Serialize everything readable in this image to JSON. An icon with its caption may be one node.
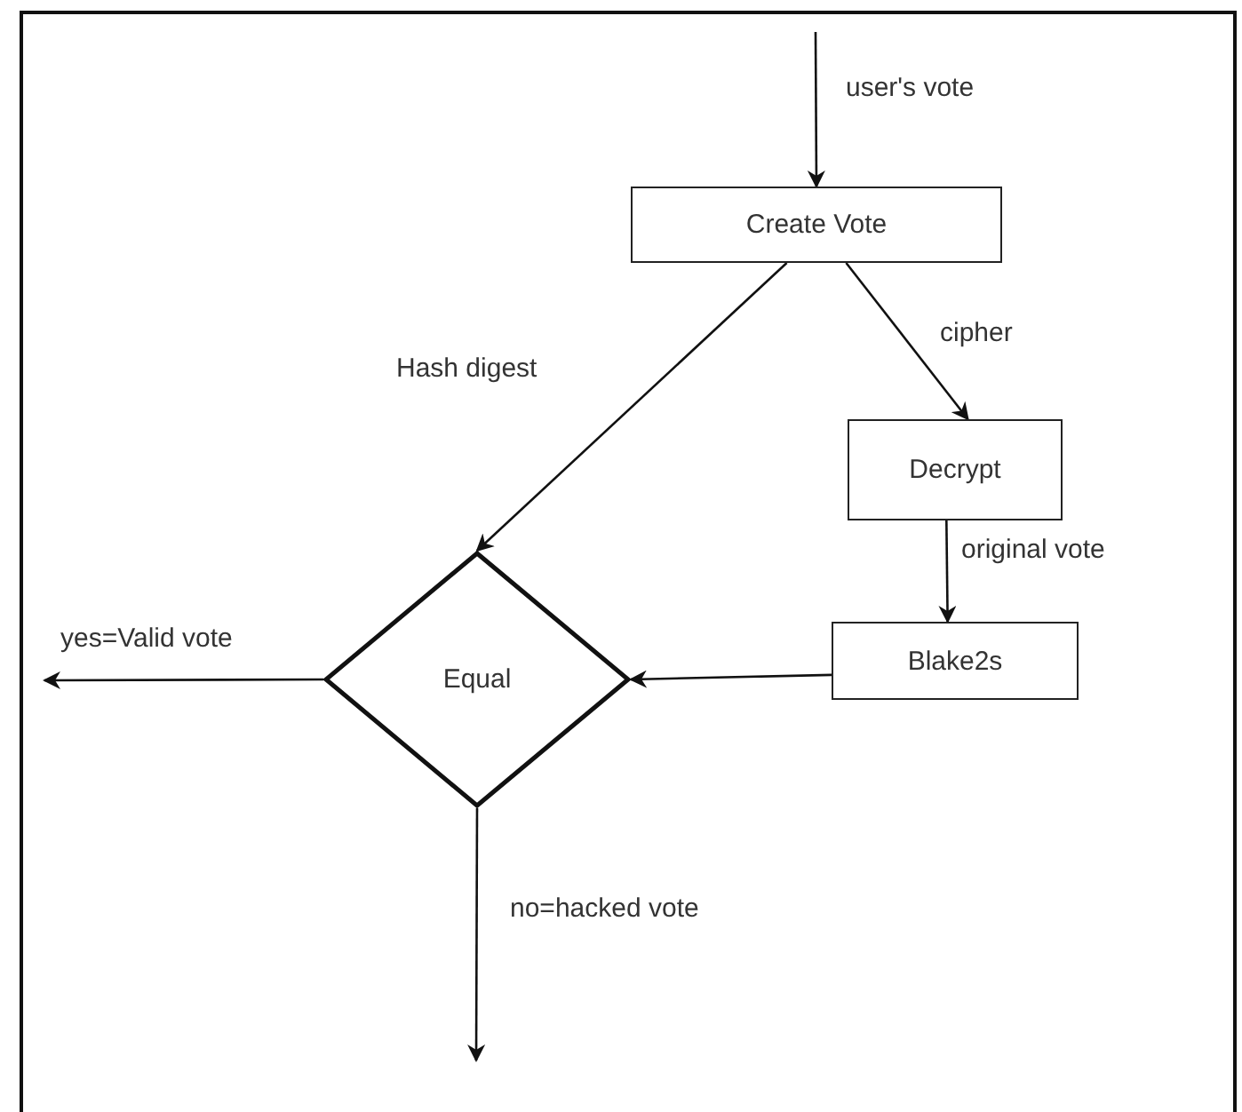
{
  "diagram": {
    "nodes": [
      {
        "text": [
          "Create Vote"
        ]
      },
      {
        "text": [
          "Decrypt"
        ]
      },
      {
        "text": [
          "Blake2s"
        ]
      },
      {
        "text": [
          "Equal"
        ]
      }
    ],
    "edges": [
      {
        "from": null,
        "to": 0,
        "arrow": "to",
        "label": "user's vote"
      },
      {
        "from": 0,
        "to": 3,
        "arrow": "to",
        "label": "Hash digest"
      },
      {
        "from": 0,
        "to": 1,
        "arrow": "to",
        "label": "cipher"
      },
      {
        "from": 1,
        "to": 2,
        "arrow": "to",
        "label": "original vote"
      },
      {
        "from": 2,
        "to": 3,
        "arrow": "to"
      },
      {
        "from": 3,
        "to": null,
        "arrow": "to",
        "label": "yes=Valid vote"
      },
      {
        "from": 3,
        "to": null,
        "arrow": "to",
        "label": "no=hacked vote"
      }
    ]
  }
}
